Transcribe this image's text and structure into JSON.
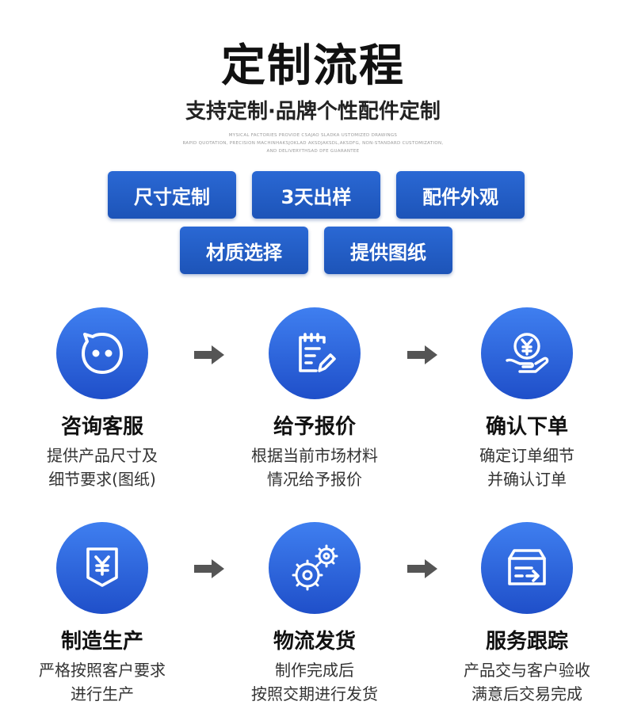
{
  "title": "定制流程",
  "subtitle": "支持定制·品牌个性配件定制",
  "fineprint": [
    "MYSICAL FACTORIES PROVIDE CSAJAO SLADKA USTOMIZED DRAWINGS",
    "RAPID QUOTATION, PRECISION MACHINHAKSJOKLAD AKSDJAKSDL,AKSDFG, NON-STANDARD CUSTOMIZATION,",
    "AND DELIVERYTHSAD DFE GUARANTEE"
  ],
  "tags": [
    "尺寸定制",
    "3天出样",
    "配件外观",
    "材质选择",
    "提供图纸"
  ],
  "steps": [
    {
      "title": "咨询客服",
      "desc": [
        "提供产品尺寸及",
        "细节要求(图纸)"
      ],
      "icon": "chat-face-icon"
    },
    {
      "title": "给予报价",
      "desc": [
        "根据当前市场材料",
        "情况给予报价"
      ],
      "icon": "clipboard-pen-icon"
    },
    {
      "title": "确认下单",
      "desc": [
        "确定订单细节",
        "并确认订单"
      ],
      "icon": "yen-coin-hand-icon"
    },
    {
      "title": "制造生产",
      "desc": [
        "严格按照客户要求",
        "进行生产"
      ],
      "icon": "yen-box-icon"
    },
    {
      "title": "物流发货",
      "desc": [
        "制作完成后",
        "按照交期进行发货"
      ],
      "icon": "gears-icon"
    },
    {
      "title": "服务跟踪",
      "desc": [
        "产品交与客户验收",
        "满意后交易完成"
      ],
      "icon": "delivery-box-icon"
    }
  ],
  "colors": {
    "accent": "#1f5bc4",
    "arrow": "#555555"
  }
}
